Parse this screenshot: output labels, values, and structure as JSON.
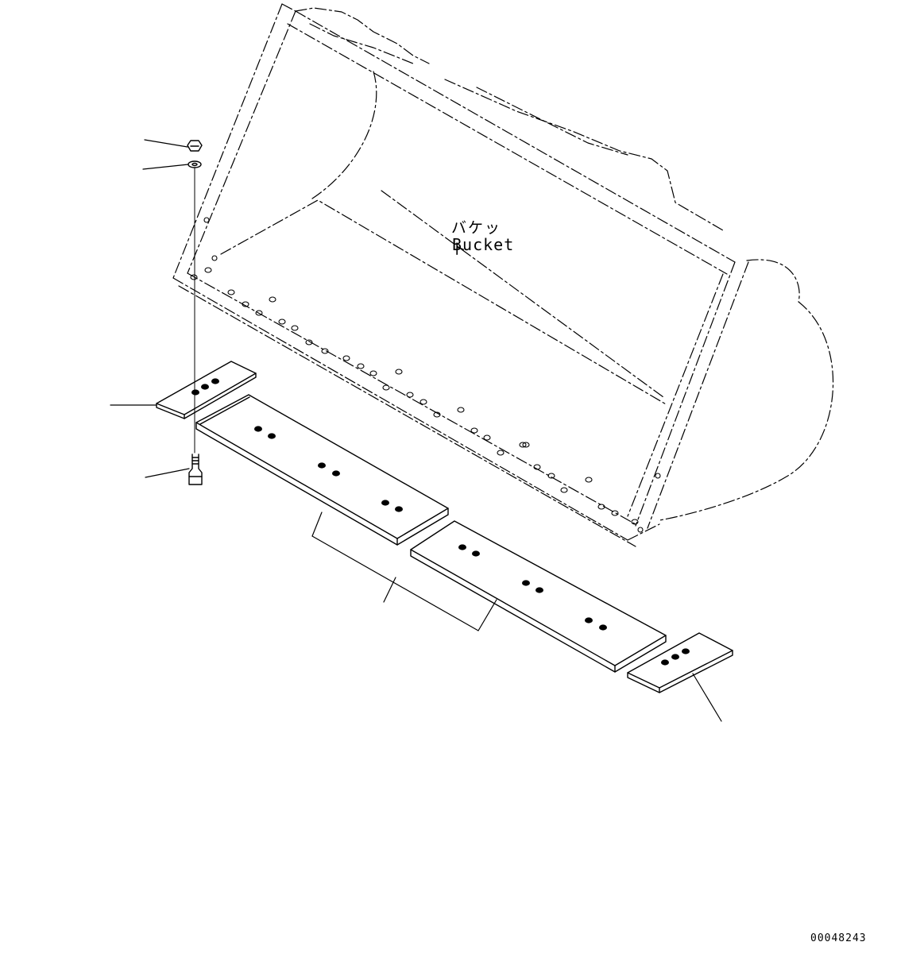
{
  "labels": {
    "bucket_jp": "バケット",
    "bucket_en": "Bucket",
    "drawing_id": "00048243"
  },
  "colors": {
    "ink": "#000000",
    "paper": "#ffffff"
  }
}
